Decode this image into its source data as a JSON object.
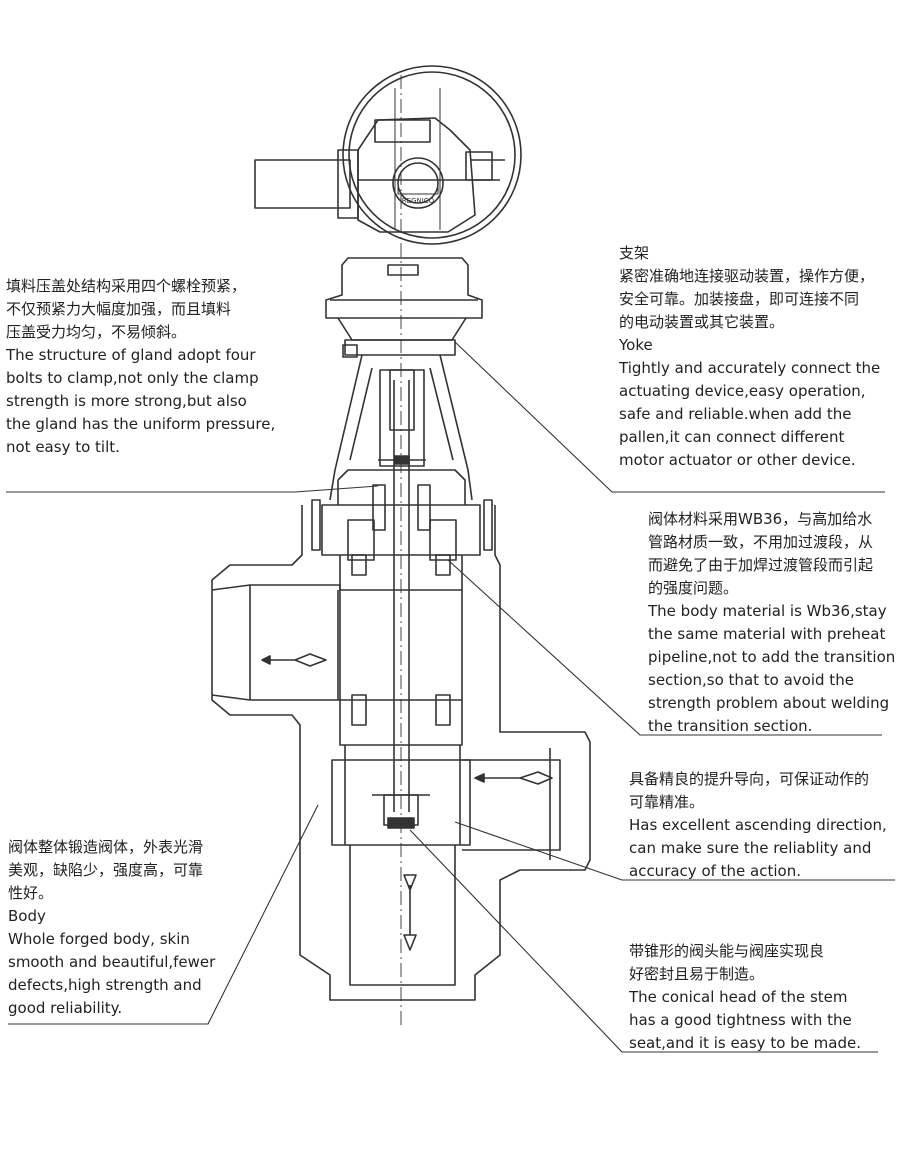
{
  "callouts": {
    "gland": {
      "zh": "填料压盖处结构采用四个螺栓预紧，\n不仅预紧力大幅度加强，而且填料\n压盖受力均匀，不易倾斜。",
      "en": "The structure of gland adopt four\nbolts to clamp,not only the clamp\nstrength is more strong,but also\nthe gland has the uniform pressure,\nnot easy to tilt."
    },
    "yoke": {
      "zh": "支架\n紧密准确地连接驱动装置，操作方便，\n安全可靠。加装接盘，即可连接不同\n的电动装置或其它装置。",
      "en": "Yoke\nTightly and accurately connect the\nactuating device,easy operation,\nsafe and reliable.when add the\npallen,it can connect different\nmotor actuator or other device."
    },
    "material": {
      "zh": "阀体材料采用WB36，与高加给水\n管路材质一致，不用加过渡段，从\n而避免了由于加焊过渡管段而引起\n的强度问题。",
      "en": "The body material is Wb36,stay\nthe same material with preheat\npipeline,not to add the transition\nsection,so that to avoid the\nstrength problem about welding\nthe transition section."
    },
    "stem": {
      "zh": "具备精良的提升导向，可保证动作的\n可靠精准。",
      "en": "Has excellent ascending direction,\ncan make sure the reliablity and\naccuracy of the action."
    },
    "body": {
      "zh": "阀体整体锻造阀体，外表光滑\n美观，缺陷少，强度高，可靠\n性好。",
      "en": "Body\nWhole forged body, skin\nsmooth and beautiful,fewer\ndefects,high strength and\ngood reliability."
    },
    "seat": {
      "zh": "带锥形的阀头能与阀座实现良\n好密封且易于制造。",
      "en": "The conical head of the stem\nhas a good tightness with the\nseat,and it is easy to be made."
    }
  },
  "actuator_plate_text": "REGNICO",
  "colors": {
    "line": "#333333",
    "text": "#222222",
    "background": "#ffffff"
  }
}
